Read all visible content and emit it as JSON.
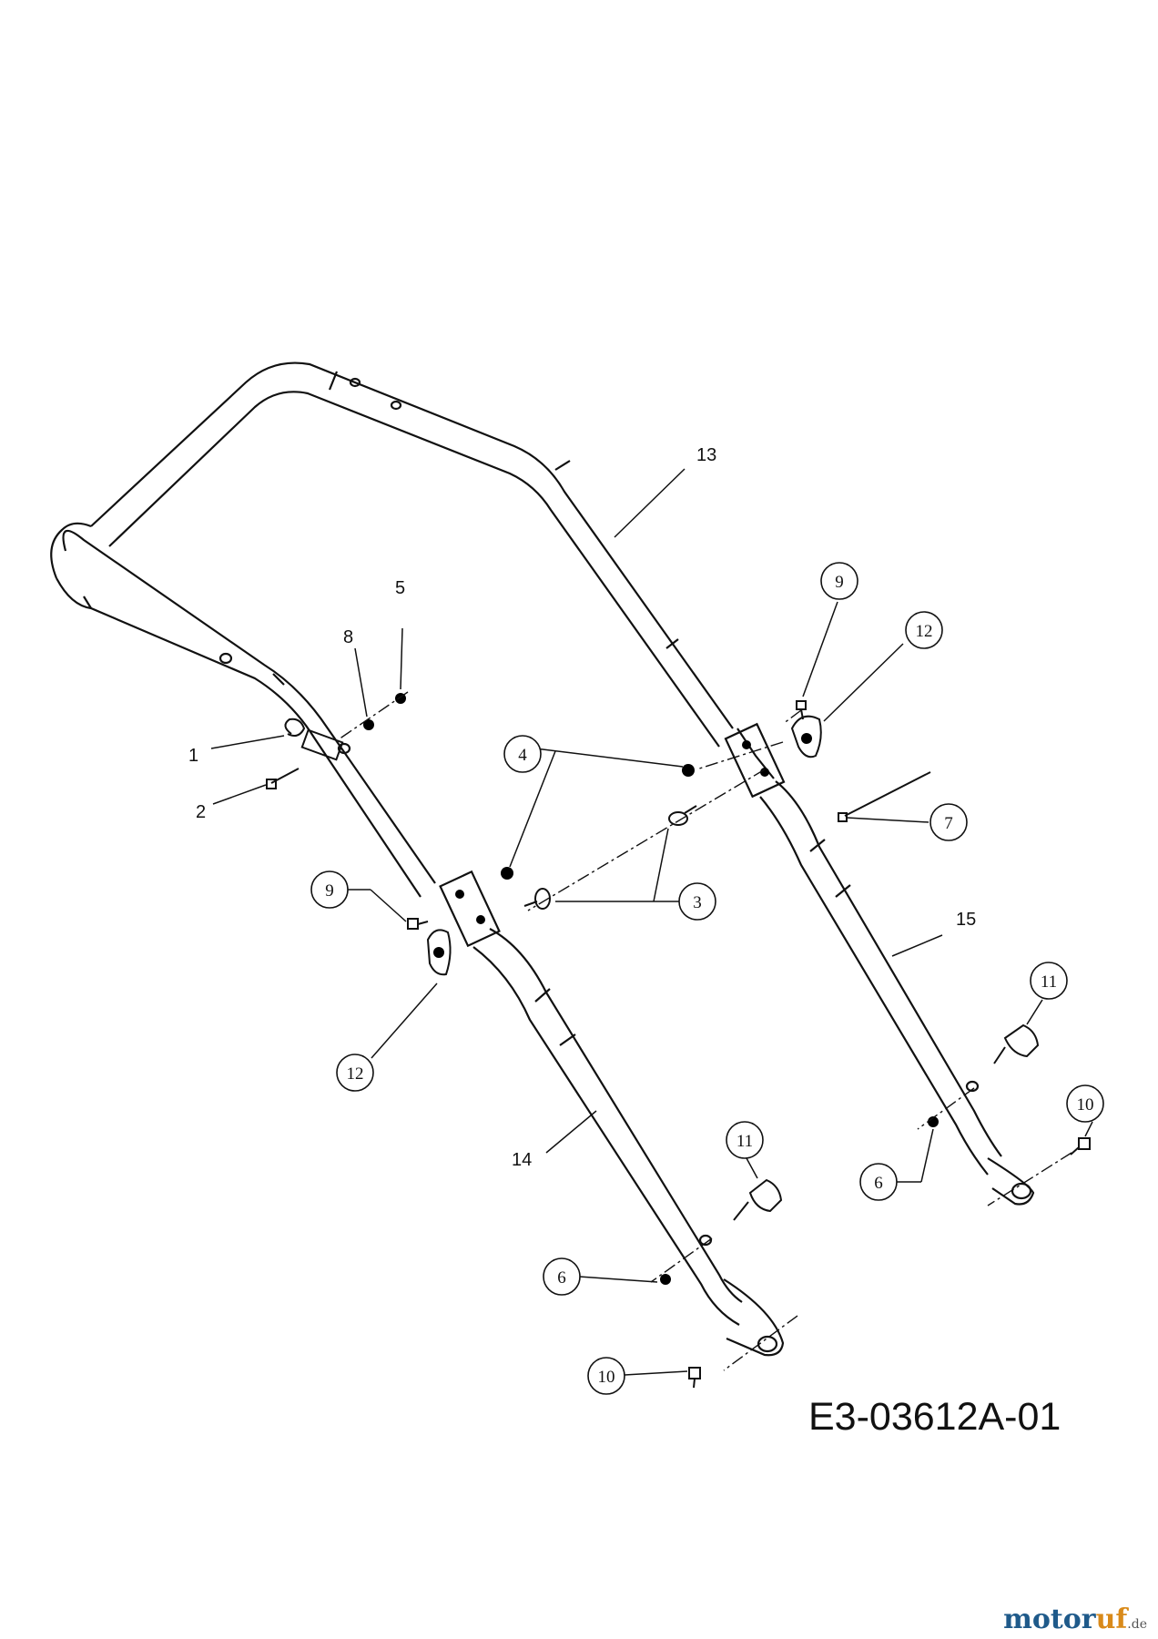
{
  "diagram_code": "E3-03612A-01",
  "watermark": {
    "main": "motor",
    "accent": "uf",
    "suffix": ".de"
  },
  "labels": [
    {
      "id": "callout-13-label",
      "text": "13"
    },
    {
      "id": "callout-5-label",
      "text": "5"
    },
    {
      "id": "callout-8-label",
      "text": "8"
    },
    {
      "id": "callout-1-label",
      "text": "1"
    },
    {
      "id": "callout-2-label",
      "text": "2"
    },
    {
      "id": "callout-15-label",
      "text": "15"
    },
    {
      "id": "callout-14-label",
      "text": "14"
    }
  ],
  "circled": [
    {
      "id": "callout-9-right",
      "text": "9"
    },
    {
      "id": "callout-12-right",
      "text": "12"
    },
    {
      "id": "callout-4",
      "text": "4"
    },
    {
      "id": "callout-7",
      "text": "7"
    },
    {
      "id": "callout-9-left",
      "text": "9"
    },
    {
      "id": "callout-3",
      "text": "3"
    },
    {
      "id": "callout-12-left",
      "text": "12"
    },
    {
      "id": "callout-11-right",
      "text": "11"
    },
    {
      "id": "callout-10-right",
      "text": "10"
    },
    {
      "id": "callout-6-right",
      "text": "6"
    },
    {
      "id": "callout-11-left",
      "text": "11"
    },
    {
      "id": "callout-6-left",
      "text": "6"
    },
    {
      "id": "callout-10-left",
      "text": "10"
    }
  ]
}
